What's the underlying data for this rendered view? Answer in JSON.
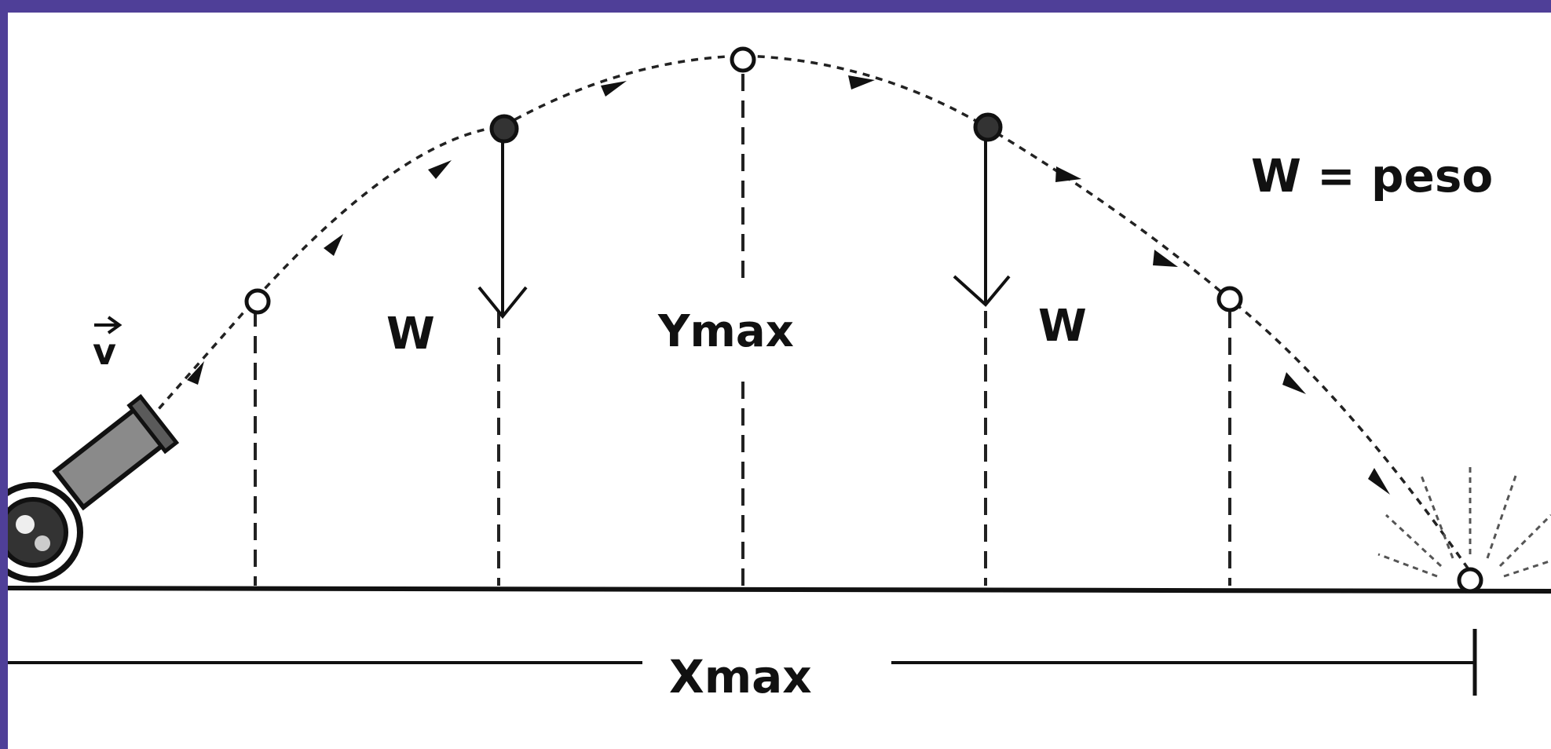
{
  "labels": {
    "velocity": "v",
    "weight_left": "W",
    "ymax": "Ymax",
    "weight_right": "W",
    "legend": "W = peso",
    "xmax": "Xmax"
  },
  "colors": {
    "frame": "#4f3f98",
    "ink": "#111111",
    "background": "#ffffff"
  }
}
